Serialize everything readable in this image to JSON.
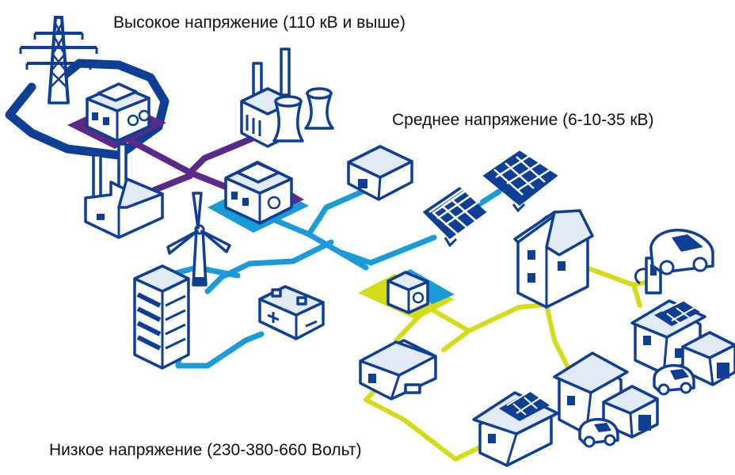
{
  "labels": {
    "high": "Высокое напряжение (110 кВ и выше)",
    "medium": "Среднее напряжение (6-10-35 кВ)",
    "low": "Низкое напряжение (230-380-660 Вольт)"
  },
  "colors": {
    "dark_blue": "#0f3f95",
    "cyan": "#1a9bd7",
    "purple": "#5b2a86",
    "yellow_green": "#d4dc1a",
    "fill": "#ffffff",
    "roof": "#e1eaf5",
    "text": "#111111"
  },
  "icons": [
    "transmission-tower-icon",
    "substation-icon",
    "power-plant-icon",
    "factory-icon",
    "distribution-substation-icon",
    "warehouse-icon",
    "solar-panel-icon",
    "wind-turbine-icon",
    "office-building-icon",
    "battery-icon",
    "transformer-kiosk-icon",
    "house-icon",
    "ev-charger-icon",
    "electric-car-icon",
    "garage-icon"
  ]
}
